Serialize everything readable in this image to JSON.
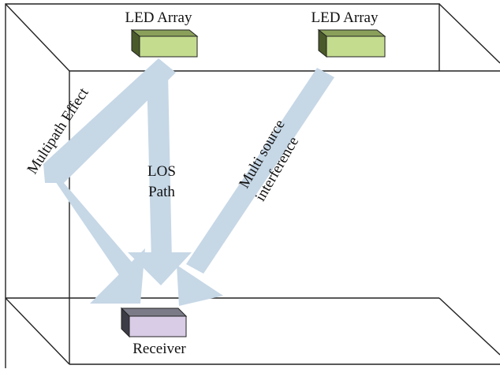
{
  "labels": {
    "led_array_left": "LED Array",
    "led_array_right": "LED Array",
    "multipath": "Multipath Effect",
    "los_line1": "LOS",
    "los_line2": "Path",
    "interference_line1": "Multi source",
    "interference_line2": "interference",
    "receiver": "Receiver"
  },
  "colors": {
    "arrow": "#c6d7e6",
    "led_front": "#c4dc8e",
    "led_side": "#4b5a2a",
    "led_top": "#8aa05a",
    "receiver_front": "#d9cce6",
    "receiver_side": "#3c3c46",
    "receiver_top": "#7b7b88",
    "room_lines": "#222222"
  }
}
